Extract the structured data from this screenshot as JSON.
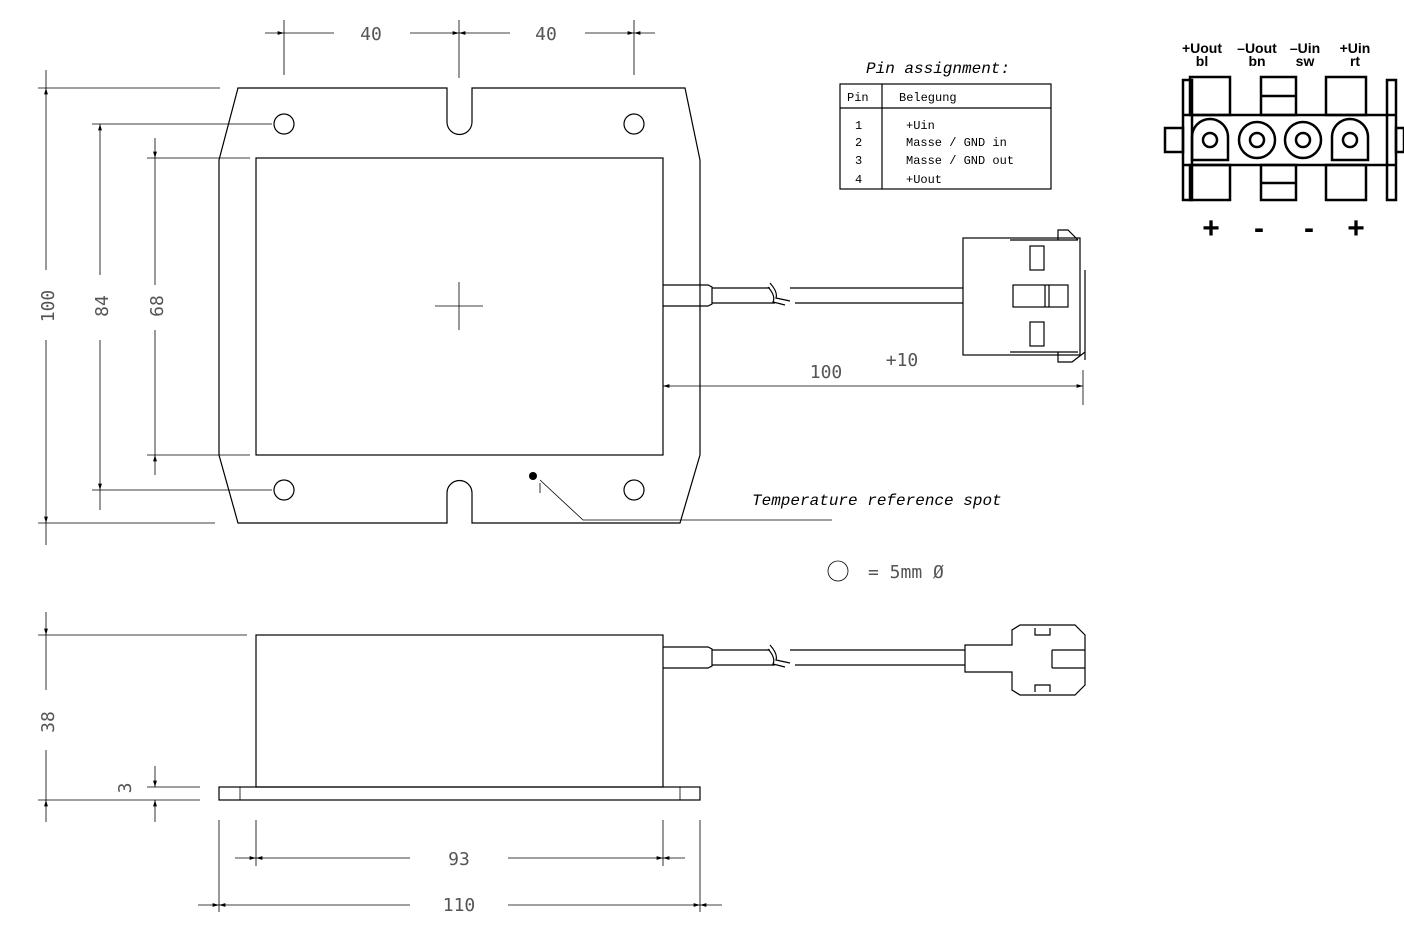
{
  "dimensions": {
    "top_left_40": "40",
    "top_right_40": "40",
    "height_100": "100",
    "hole_spacing_84": "84",
    "inner_68": "68",
    "cable_length": "100",
    "cable_tolerance": "+10",
    "height_38": "38",
    "plate_3": "3",
    "width_93": "93",
    "width_110": "110"
  },
  "labels": {
    "temperature_reference": "Temperature reference spot",
    "hole_legend": "= 5mm Ø"
  },
  "pin_table": {
    "title": "Pin assignment:",
    "headers": [
      "Pin",
      "Belegung"
    ],
    "rows": [
      {
        "pin": "1",
        "desc": "+Uin"
      },
      {
        "pin": "2",
        "desc": "Masse / GND in"
      },
      {
        "pin": "3",
        "desc": "Masse / GND out"
      },
      {
        "pin": "4",
        "desc": "+Uout"
      }
    ]
  },
  "connector_pinout": [
    {
      "signal": "+Uout",
      "color": "bl",
      "polarity": "+"
    },
    {
      "signal": "–Uout",
      "color": "bn",
      "polarity": "-"
    },
    {
      "signal": "–Uin",
      "color": "sw",
      "polarity": "-"
    },
    {
      "signal": "+Uin",
      "color": "rt",
      "polarity": "+"
    }
  ]
}
